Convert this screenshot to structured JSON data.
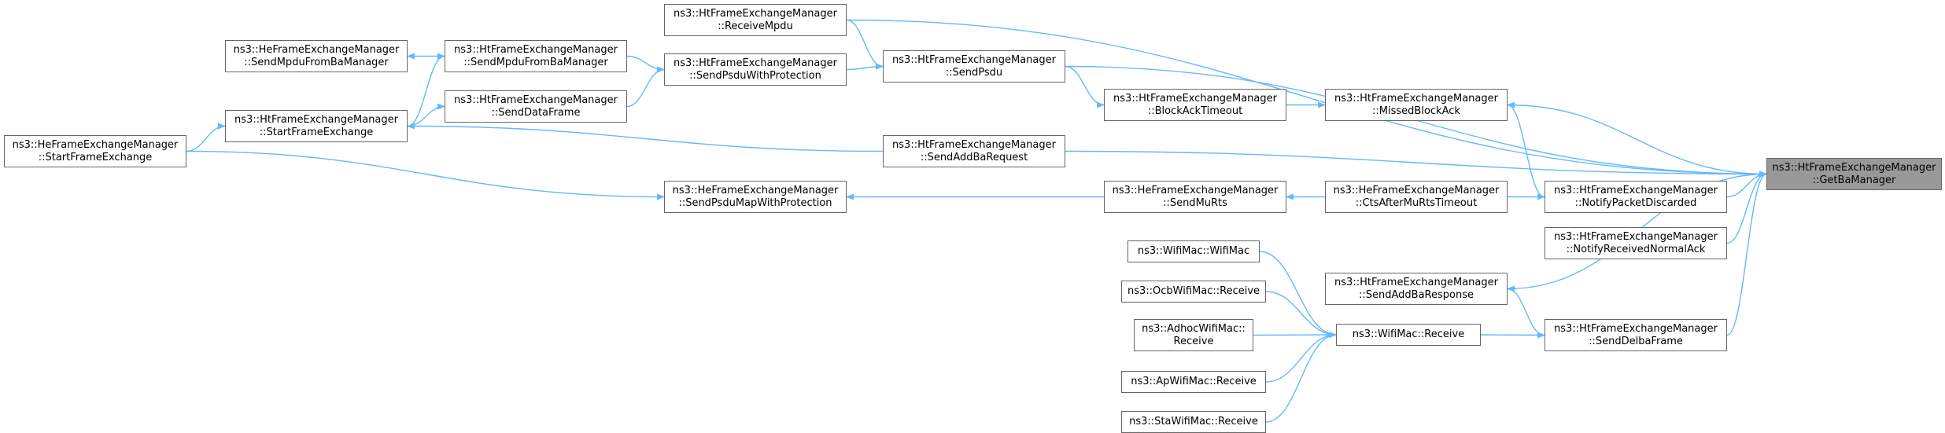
{
  "graph": {
    "focus": "GetBaManager",
    "edge_color": "#63b8ff",
    "node_border_color": "#666666",
    "focus_fill_color": "#999999",
    "nodes": {
      "GetBaManager": {
        "line1": "ns3::HtFrameExchangeManager",
        "line2": "::GetBaManager"
      },
      "ReceiveMpdu": {
        "line1": "ns3::HtFrameExchangeManager",
        "line2": "::ReceiveMpdu"
      },
      "SendPsdu": {
        "line1": "ns3::HtFrameExchangeManager",
        "line2": "::SendPsdu"
      },
      "MissedBlockAck": {
        "line1": "ns3::HtFrameExchangeManager",
        "line2": "::MissedBlockAck"
      },
      "SendAddBaRequest": {
        "line1": "ns3::HtFrameExchangeManager",
        "line2": "::SendAddBaRequest"
      },
      "NotifyPacketDiscarded": {
        "line1": "ns3::HtFrameExchangeManager",
        "line2": "::NotifyPacketDiscarded"
      },
      "NotifyReceivedNormalAck": {
        "line1": "ns3::HtFrameExchangeManager",
        "line2": "::NotifyReceivedNormalAck"
      },
      "SendAddBaResponse": {
        "line1": "ns3::HtFrameExchangeManager",
        "line2": "::SendAddBaResponse"
      },
      "SendDelbaFrame": {
        "line1": "ns3::HtFrameExchangeManager",
        "line2": "::SendDelbaFrame"
      },
      "SendPsduWithProtection": {
        "line1": "ns3::HtFrameExchangeManager",
        "line2": "::SendPsduWithProtection"
      },
      "BlockAckTimeout": {
        "line1": "ns3::HtFrameExchangeManager",
        "line2": "::BlockAckTimeout"
      },
      "CtsAfterMuRtsTimeout": {
        "line1": "ns3::HeFrameExchangeManager",
        "line2": "::CtsAfterMuRtsTimeout"
      },
      "SendMpduFromBaManagerHt": {
        "line1": "ns3::HtFrameExchangeManager",
        "line2": "::SendMpduFromBaManager"
      },
      "SendDataFrame": {
        "line1": "ns3::HtFrameExchangeManager",
        "line2": "::SendDataFrame"
      },
      "StartFrameExchangeHt": {
        "line1": "ns3::HtFrameExchangeManager",
        "line2": "::StartFrameExchange"
      },
      "SendMpduFromBaManagerHe": {
        "line1": "ns3::HeFrameExchangeManager",
        "line2": "::SendMpduFromBaManager"
      },
      "StartFrameExchangeHe": {
        "line1": "ns3::HeFrameExchangeManager",
        "line2": "::StartFrameExchange"
      },
      "SendMuRts": {
        "line1": "ns3::HeFrameExchangeManager",
        "line2": "::SendMuRts"
      },
      "SendPsduMapWithProtection": {
        "line1": "ns3::HeFrameExchangeManager",
        "line2": "::SendPsduMapWithProtection"
      },
      "WifiMacReceive": {
        "line1": "ns3::WifiMac::Receive",
        "line2": ""
      },
      "WifiMacCtor": {
        "line1": "ns3::WifiMac::WifiMac",
        "line2": ""
      },
      "OcbReceive": {
        "line1": "ns3::OcbWifiMac::Receive",
        "line2": ""
      },
      "AdhocReceive": {
        "line1": "ns3::AdhocWifiMac::",
        "line2": "Receive"
      },
      "ApReceive": {
        "line1": "ns3::ApWifiMac::Receive",
        "line2": ""
      },
      "StaReceive": {
        "line1": "ns3::StaWifiMac::Receive",
        "line2": ""
      }
    },
    "edges": [
      [
        "ReceiveMpdu",
        "GetBaManager"
      ],
      [
        "SendPsdu",
        "GetBaManager"
      ],
      [
        "MissedBlockAck",
        "GetBaManager"
      ],
      [
        "SendAddBaRequest",
        "GetBaManager"
      ],
      [
        "NotifyPacketDiscarded",
        "GetBaManager"
      ],
      [
        "NotifyReceivedNormalAck",
        "GetBaManager"
      ],
      [
        "SendAddBaResponse",
        "GetBaManager"
      ],
      [
        "SendDelbaFrame",
        "GetBaManager"
      ],
      [
        "ReceiveMpdu",
        "SendPsdu"
      ],
      [
        "SendPsduWithProtection",
        "SendPsdu"
      ],
      [
        "SendPsdu",
        "BlockAckTimeout"
      ],
      [
        "BlockAckTimeout",
        "MissedBlockAck"
      ],
      [
        "CtsAfterMuRtsTimeout",
        "NotifyPacketDiscarded"
      ],
      [
        "NotifyPacketDiscarded",
        "MissedBlockAck"
      ],
      [
        "SendMpduFromBaManagerHt",
        "SendPsduWithProtection"
      ],
      [
        "SendDataFrame",
        "SendPsduWithProtection"
      ],
      [
        "SendMpduFromBaManagerHt",
        "SendMpduFromBaManagerHe"
      ],
      [
        "StartFrameExchangeHt",
        "SendMpduFromBaManagerHt"
      ],
      [
        "StartFrameExchangeHt",
        "SendDataFrame"
      ],
      [
        "StartFrameExchangeHe",
        "StartFrameExchangeHt"
      ],
      [
        "SendAddBaRequest",
        "StartFrameExchangeHt"
      ],
      [
        "StartFrameExchangeHe",
        "SendPsduMapWithProtection"
      ],
      [
        "SendMuRts",
        "SendPsduMapWithProtection"
      ],
      [
        "CtsAfterMuRtsTimeout",
        "SendMuRts"
      ],
      [
        "WifiMacReceive",
        "SendDelbaFrame"
      ],
      [
        "SendDelbaFrame",
        "SendAddBaResponse"
      ],
      [
        "WifiMacCtor",
        "WifiMacReceive"
      ],
      [
        "OcbReceive",
        "WifiMacReceive"
      ],
      [
        "AdhocReceive",
        "WifiMacReceive"
      ],
      [
        "ApReceive",
        "WifiMacReceive"
      ],
      [
        "StaReceive",
        "WifiMacReceive"
      ]
    ]
  }
}
